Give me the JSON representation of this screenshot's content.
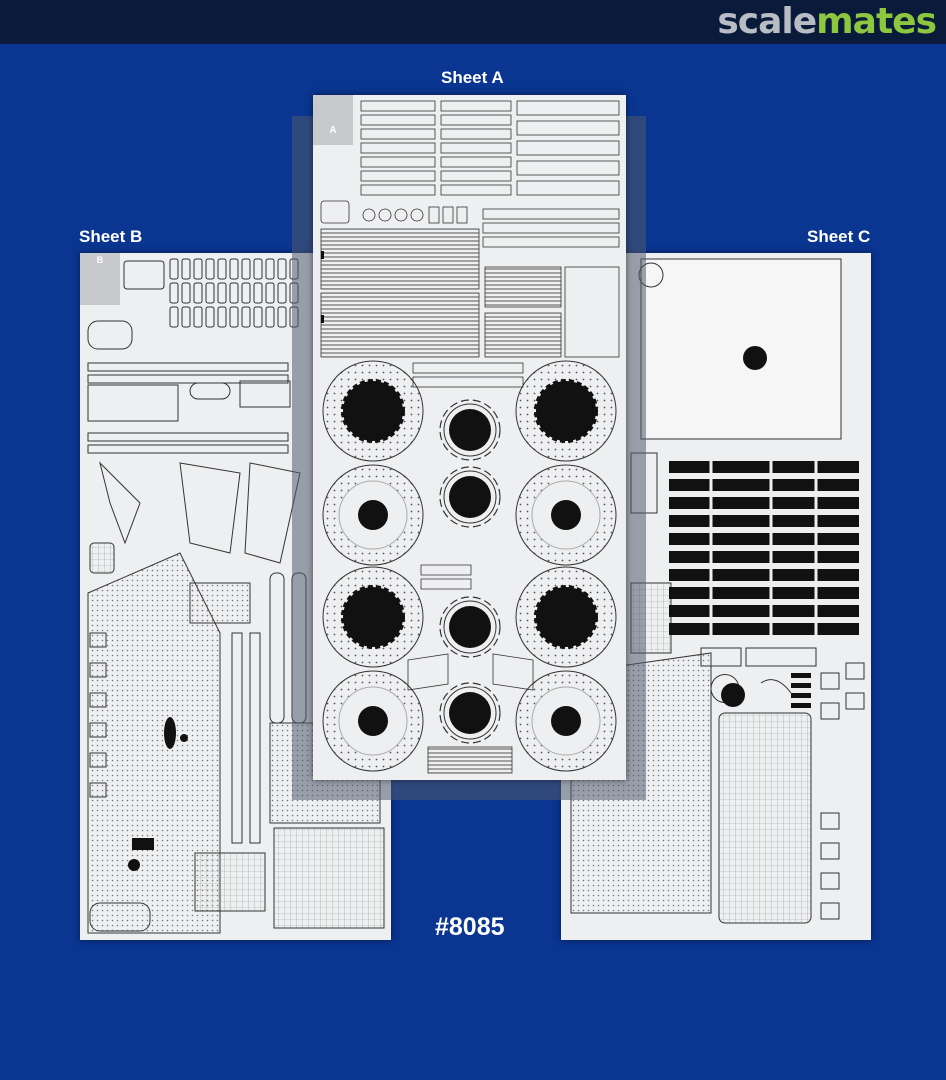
{
  "brand": {
    "part1": "scale",
    "part2": "mates"
  },
  "sheets": {
    "a": {
      "label": "Sheet A",
      "corner_letter": "A"
    },
    "b": {
      "label": "Sheet B",
      "corner_letter": "B"
    },
    "c": {
      "label": "Sheet C"
    }
  },
  "product_code": "#8085",
  "colors": {
    "background": "#0a3590",
    "topbar": "#0a1a3a",
    "brand_grey": "#b8bcc4",
    "brand_green": "#8dc63f",
    "sheet": "#eeeff1"
  }
}
